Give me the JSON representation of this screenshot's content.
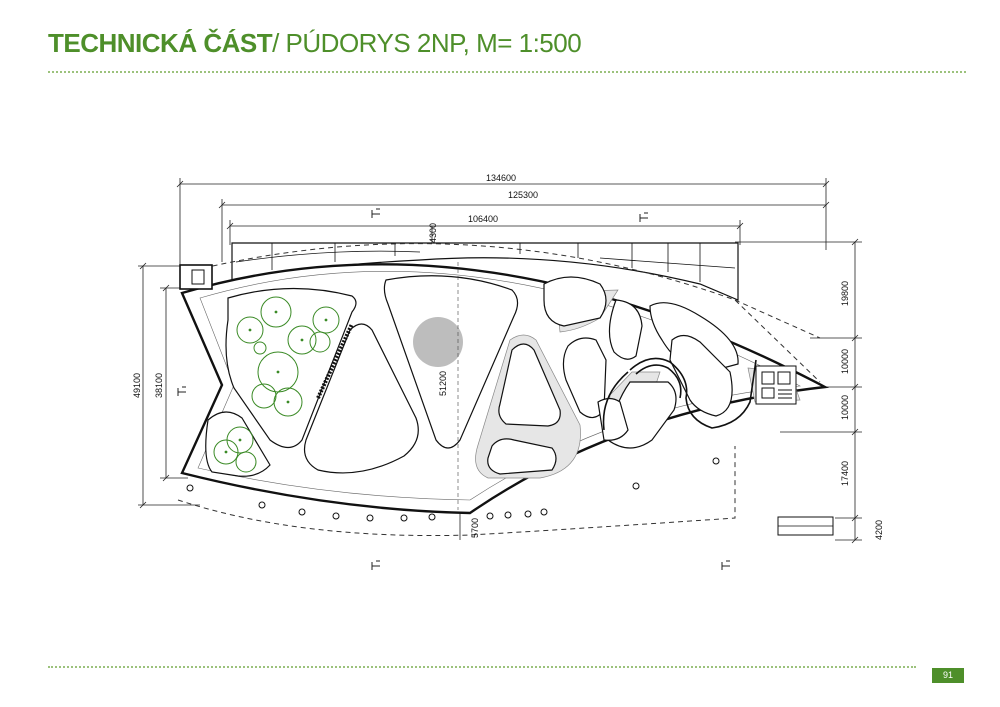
{
  "header": {
    "title_bold": "TECHNICKÁ ČÁST",
    "title_rest": "/ PÚDORYS 2NP, M= 1:500"
  },
  "dimensions": {
    "top_overall": "134600",
    "top_second": "125300",
    "top_third": "106400",
    "top_small": "4300",
    "left_outer": "49100",
    "left_inner": "38100",
    "center_vertical": "51200",
    "bottom_center": "5700",
    "right_1": "19800",
    "right_2": "10000",
    "right_3": "10000",
    "right_4": "17400",
    "right_5": "4200"
  },
  "footer": {
    "page_number": "91"
  },
  "colors": {
    "accent": "#4e8f2a",
    "rule": "#9cc27c",
    "tree": "#3a8a25"
  }
}
